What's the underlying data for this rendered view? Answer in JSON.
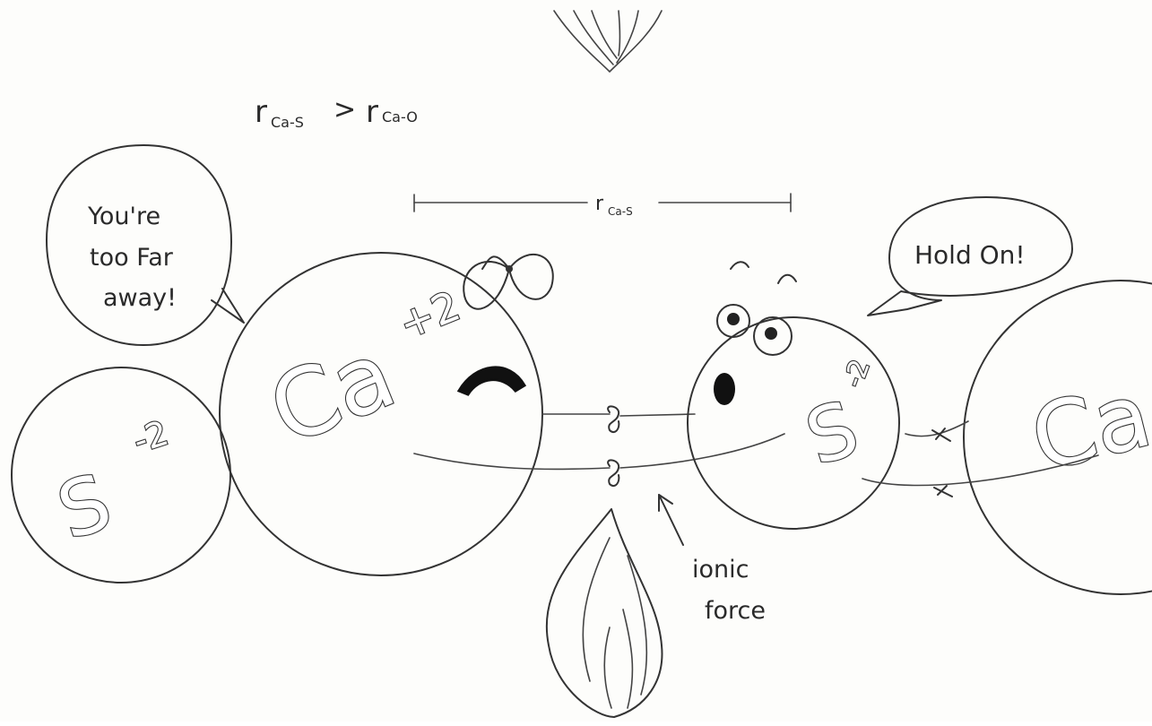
{
  "comparison": {
    "left_r": "r",
    "left_sub": "Ca-S",
    "operator": ">",
    "right_r": "r",
    "right_sub": "Ca-O"
  },
  "distance": {
    "r": "r",
    "sub": "Ca-S"
  },
  "bubble_left": {
    "line1": "You're",
    "line2": "too Far",
    "line3": "away!"
  },
  "bubble_right": {
    "text": "Hold On!"
  },
  "ions": {
    "s_left": {
      "symbol": "S",
      "charge": "-2"
    },
    "ca_center": {
      "symbol": "Ca",
      "charge": "+2"
    },
    "s_right": {
      "symbol": "S",
      "charge": "-2"
    },
    "ca_right": {
      "symbol": "Ca"
    }
  },
  "force_label": {
    "line1": "ionic",
    "line2": "force"
  }
}
